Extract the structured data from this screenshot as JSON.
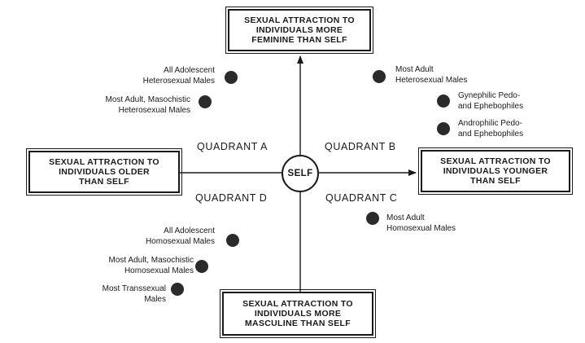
{
  "boxes": {
    "top": "SEXUAL ATTRACTION TO\nINDIVIDUALS MORE\nFEMININE THAN SELF",
    "left": "SEXUAL ATTRACTION TO\nINDIVIDUALS OLDER\nTHAN SELF",
    "right": "SEXUAL ATTRACTION TO\nINDIVIDUALS YOUNGER\nTHAN SELF",
    "bottom": "SEXUAL ATTRACTION TO\nINDIVIDUALS MORE\nMASCULINE THAN SELF"
  },
  "center": "SELF",
  "quadrants": {
    "a": "QUADRANT A",
    "b": "QUADRANT B",
    "c": "QUADRANT C",
    "d": "QUADRANT D"
  },
  "groups": {
    "adolescent_hetero": "All Adolescent\nHeterosexual Males",
    "masochistic_hetero": "Most Adult, Masochistic\nHeterosexual Males",
    "adult_hetero": "Most Adult\nHeterosexual Males",
    "gynephilic": "Gynephilic Pedo-\nand Ephebophiles",
    "androphilic": "Androphilic Pedo-\nand Ephebophiles",
    "adult_homo": "Most Adult\nHomosexual Males",
    "adolescent_homo": "All Adolescent\nHomosexual Males",
    "masochistic_homo": "Most Adult, Masochistic\nHomosexual Males",
    "transsexual": "Most Transsexual\nMales"
  },
  "colors": {
    "ink": "#1a1a1a",
    "dot": "#2b2b2b"
  }
}
